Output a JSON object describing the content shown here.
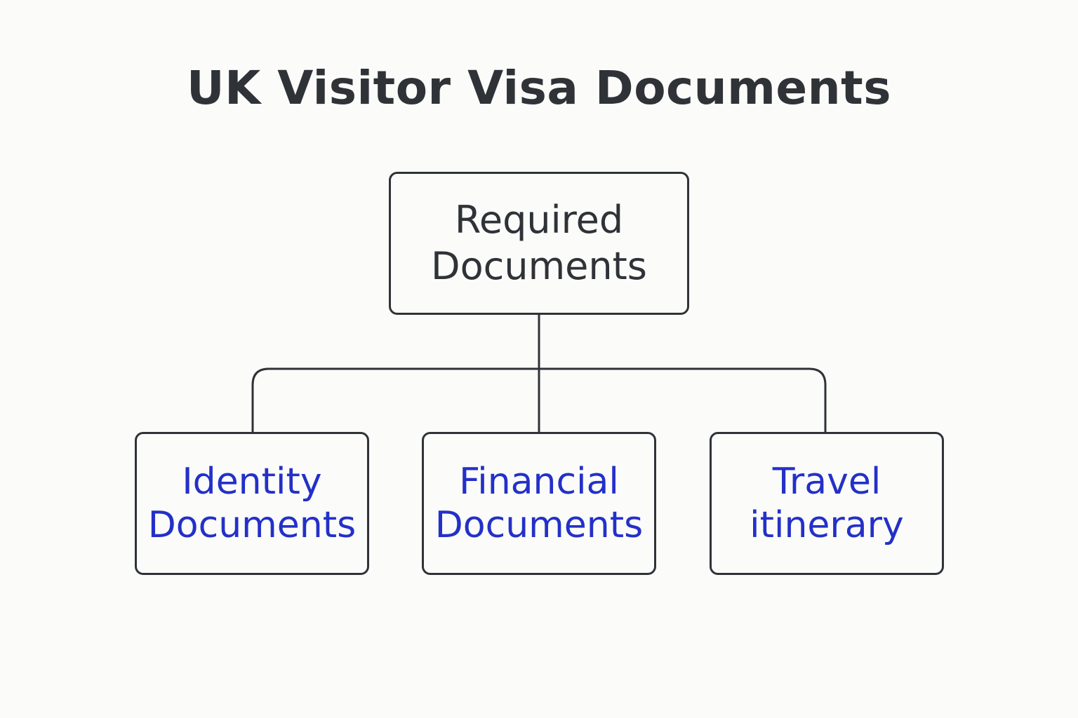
{
  "title": "UK Visitor Visa Documents",
  "colors": {
    "text_dark": "#2f3338",
    "text_accent": "#2330c8",
    "line": "#2f3338",
    "background": "#fbfbf9"
  },
  "root": {
    "lines": [
      "Required",
      "Documents"
    ]
  },
  "children": [
    {
      "lines": [
        "Identity",
        "Documents"
      ]
    },
    {
      "lines": [
        "Financial",
        "Documents"
      ]
    },
    {
      "lines": [
        "Travel",
        "itinerary"
      ]
    }
  ]
}
